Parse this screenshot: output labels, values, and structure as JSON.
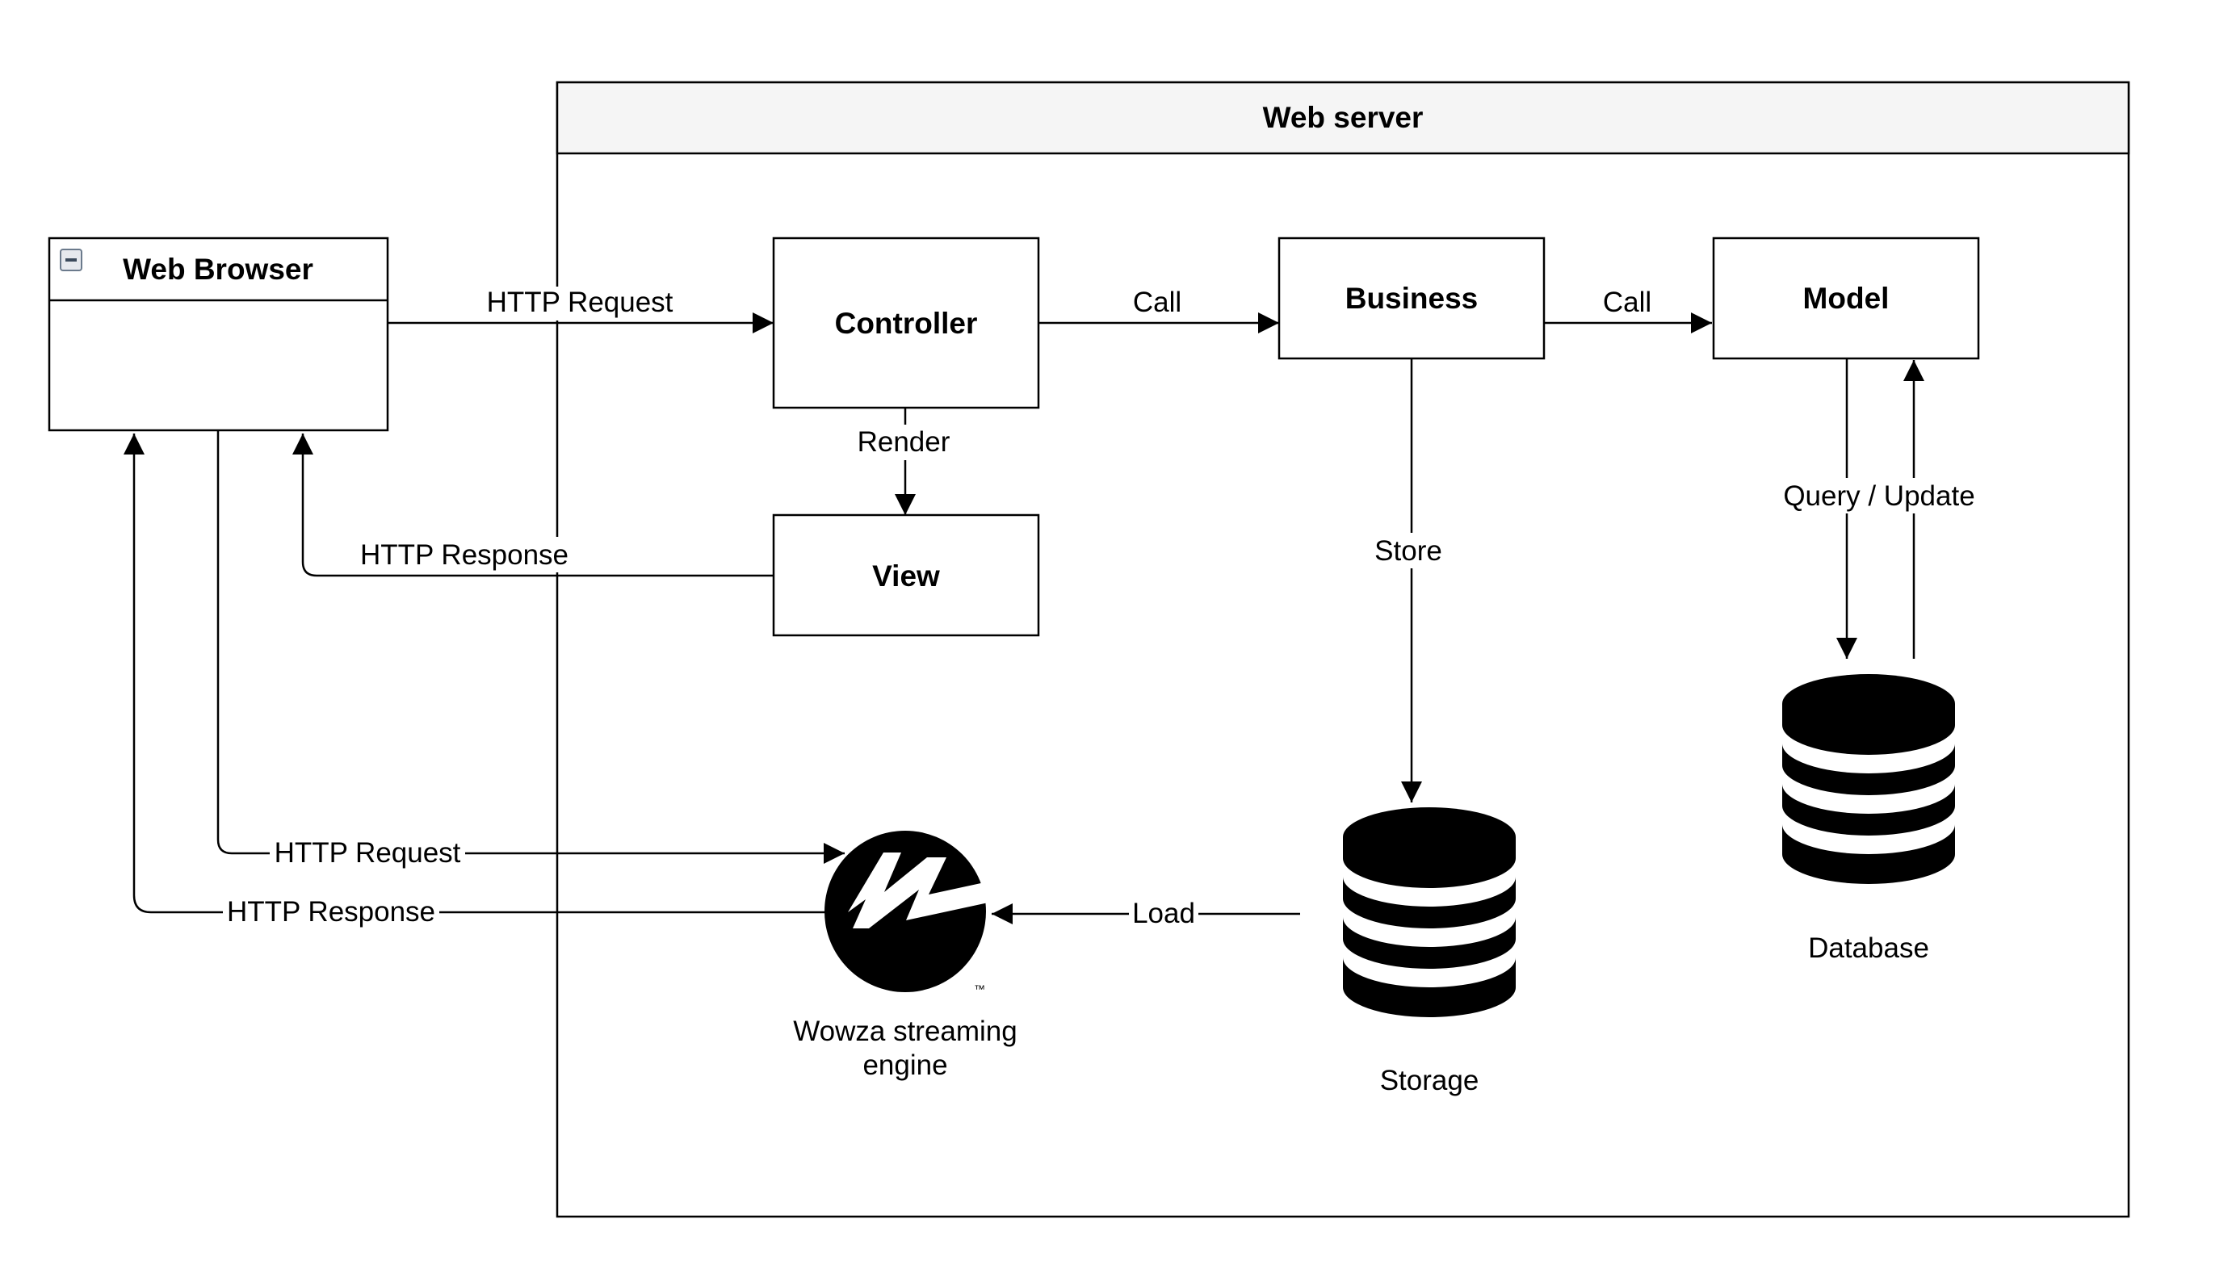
{
  "web_server": {
    "title": "Web server"
  },
  "web_browser": {
    "title": "Web Browser"
  },
  "nodes": {
    "controller": "Controller",
    "business": "Business",
    "model": "Model",
    "view": "View",
    "wowza_line1": "Wowza streaming",
    "wowza_line2": "engine",
    "wowza_tm": "™",
    "storage": "Storage",
    "database": "Database"
  },
  "edges": {
    "browser_to_controller": "HTTP Request",
    "controller_to_business": "Call",
    "business_to_model": "Call",
    "controller_to_view": "Render",
    "view_to_browser": "HTTP Response",
    "business_to_storage": "Store",
    "model_database": "Query / Update",
    "browser_to_wowza": "HTTP Request",
    "wowza_to_browser": "HTTP Response",
    "storage_to_wowza": "Load"
  },
  "colors": {
    "stroke": "#000000",
    "header_fill": "#f5f5f5",
    "fill": "#ffffff"
  }
}
